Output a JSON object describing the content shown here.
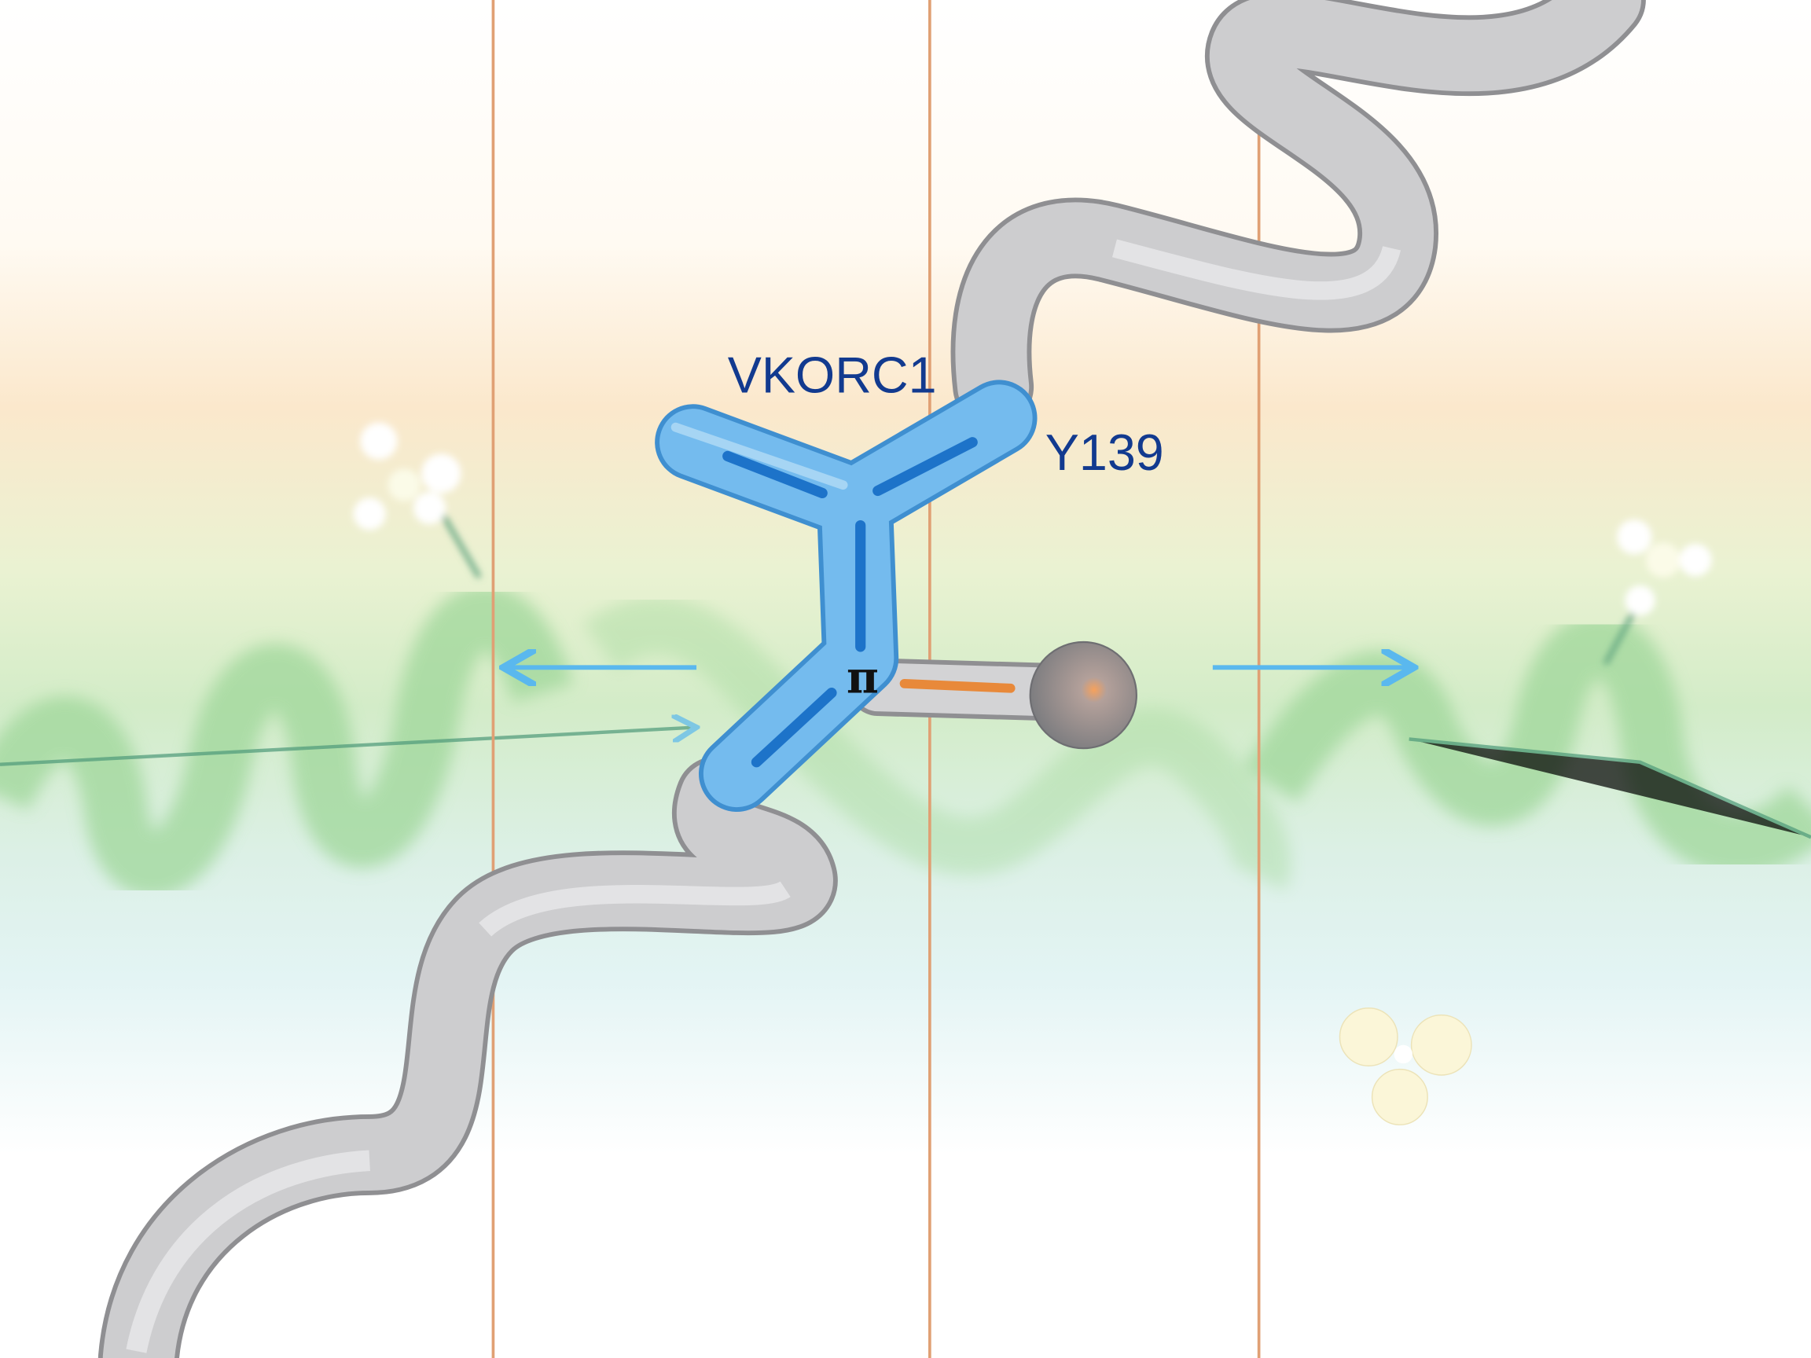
{
  "labels": {
    "protein": "VKORC1",
    "residue": "Y139",
    "interaction": "π"
  },
  "colors": {
    "helix_gray": "#b9b9bb",
    "molecule_blue": "#6cb6ea",
    "bond_orange": "#e8893a",
    "divider_orange": "#e0a074",
    "arrow_blue": "#5ab8ee",
    "label_navy": "#123a8f",
    "background_green": "#cfe9c4",
    "background_peach": "#fbe8cc"
  }
}
